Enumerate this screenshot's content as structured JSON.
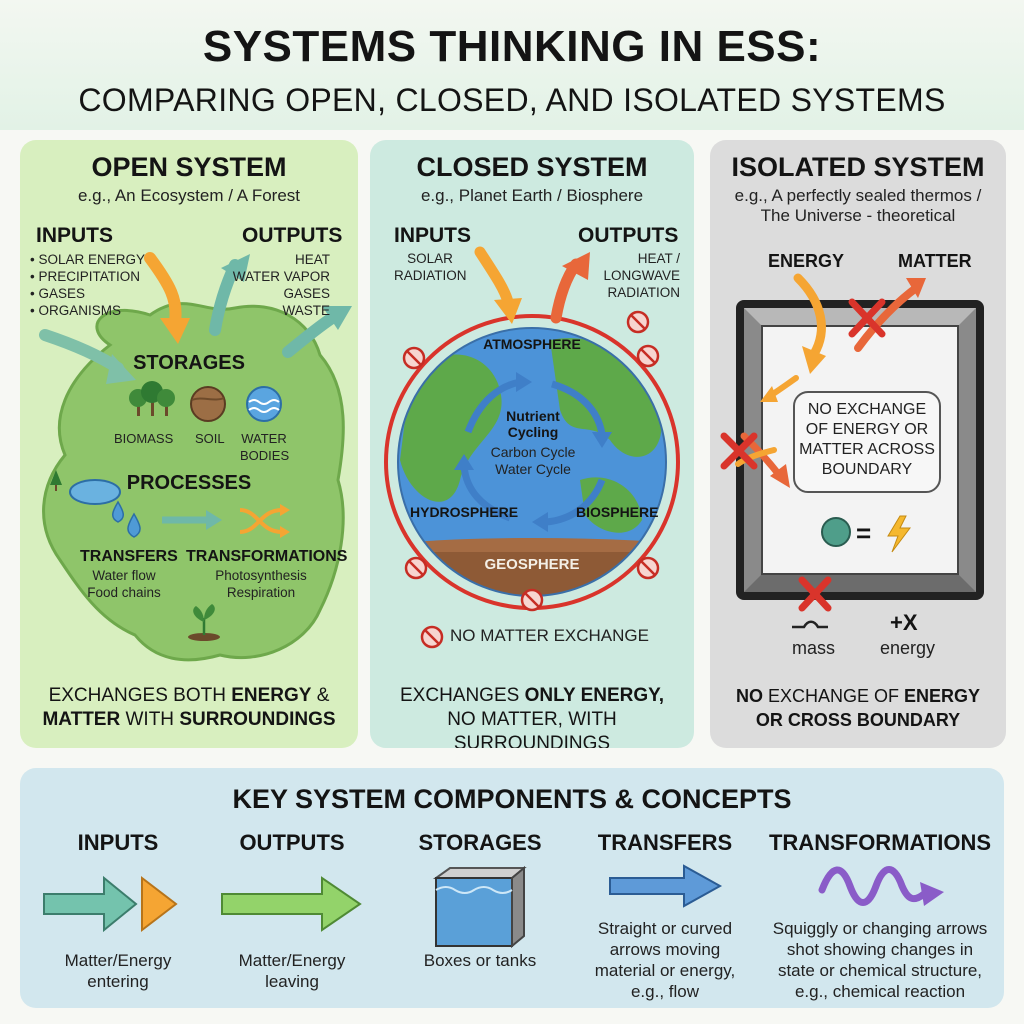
{
  "header": {
    "title": "SYSTEMS THINKING IN ESS:",
    "subtitle": "COMPARING OPEN, CLOSED, AND ISOLATED SYSTEMS"
  },
  "open_system": {
    "title": "OPEN SYSTEM",
    "example": "e.g., An Ecosystem / A Forest",
    "inputs_label": "INPUTS",
    "inputs": [
      "• SOLAR ENERGY",
      "• PRECIPITATION",
      "• GASES",
      "• ORGANISMS"
    ],
    "outputs_label": "OUTPUTS",
    "outputs": [
      "HEAT",
      "WATER VAPOR",
      "GASES",
      "WASTE"
    ],
    "storages_label": "STORAGES",
    "storages": [
      "BIOMASS",
      "SOIL",
      "WATER",
      "BODIES"
    ],
    "processes_label": "PROCESSES",
    "transfers_label": "TRANSFERS",
    "transfers": [
      "Water flow",
      "Food chains"
    ],
    "transformations_label": "TRANSFORMATIONS",
    "transformations": [
      "Photosynthesis",
      "Respiration"
    ],
    "summary": [
      "EXCHANGES BOTH ",
      "ENERGY",
      " &",
      "MATTER",
      " WITH ",
      "SURROUNDINGS"
    ]
  },
  "closed_system": {
    "title": "CLOSED SYSTEM",
    "example": "e.g., Planet Earth / Biosphere",
    "inputs_label": "INPUTS",
    "inputs": [
      "SOLAR",
      "RADIATION"
    ],
    "outputs_label": "OUTPUTS",
    "outputs": [
      "HEAT /",
      "LONGWAVE",
      "RADIATION"
    ],
    "atmosphere": "ATMOSPHERE",
    "hydrosphere": "HYDROSPHERE",
    "biosphere": "BIOSPHERE",
    "geosphere": "GEOSPHERE",
    "nutrient_title": [
      "Nutrient",
      "Cycling"
    ],
    "nutrient_lines": [
      "Carbon Cycle",
      "Water Cycle"
    ],
    "no_matter": "NO MATTER EXCHANGE",
    "summary": [
      "EXCHANGES ",
      "ONLY ENERGY,",
      "NO MATTER, WITH SURROUNDINGS"
    ]
  },
  "isolated_system": {
    "title": "ISOLATED SYSTEM",
    "example": [
      "e.g., A perfectly sealed thermos /",
      "The Universe - theoretical"
    ],
    "energy_label": "ENERGY",
    "matter_label": "MATTER",
    "no_exchange": [
      "NO EXCHANGE",
      "OF ENERGY OR",
      "MATTER ACROSS",
      "BOUNDARY"
    ],
    "equals": "=",
    "plus_x": "+X",
    "mass": "mass",
    "energy": "energy",
    "summary": [
      "NO",
      " EXCHANGE OF ",
      "ENERGY",
      "OR CROSS BOUNDARY"
    ]
  },
  "key": {
    "title": "KEY SYSTEM COMPONENTS & CONCEPTS",
    "items": [
      {
        "head": "INPUTS",
        "desc": [
          "Matter/Energy",
          "entering"
        ]
      },
      {
        "head": "OUTPUTS",
        "desc": [
          "Matter/Energy",
          "leaving"
        ]
      },
      {
        "head": "STORAGES",
        "desc": [
          "Boxes or tanks"
        ]
      },
      {
        "head": "TRANSFERS",
        "desc": [
          "Straight or curved",
          "arrows moving",
          "material or energy,",
          "e.g., flow"
        ]
      },
      {
        "head": "TRANSFORMATIONS",
        "desc": [
          "Squiggly or changing arrows",
          "shot showing changes in",
          "state or chemical structure,",
          "e.g., chemical reaction"
        ]
      }
    ]
  },
  "colors": {
    "open_panel": "#d8efbf",
    "closed_panel": "#cdeae0",
    "isolated_panel": "#dcdcdc",
    "key_panel": "#d2e7ee",
    "input_arrow": "#f5a533",
    "output_arrow": "#6fb8a8",
    "cross_red": "#d9342b"
  }
}
